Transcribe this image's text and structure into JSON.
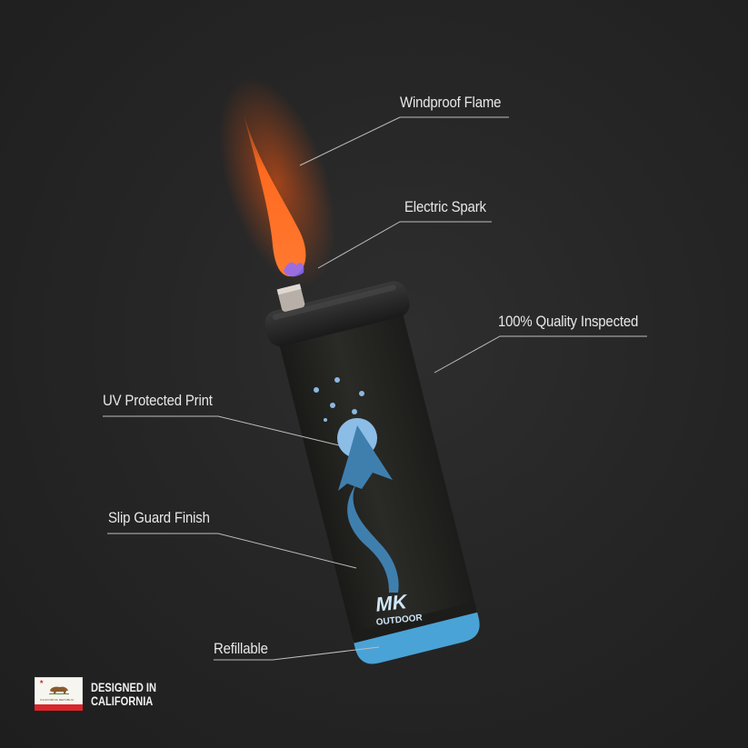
{
  "image": {
    "subject": "electric lighter product feature infographic",
    "background_color": "#262626",
    "line_color": "#bdbdbd",
    "print_color": "#4f8fc0",
    "flame_color": "#ff6a1f"
  },
  "product": {
    "brand": "MK",
    "brand_sub": "OUTDOOR"
  },
  "callouts": [
    {
      "id": "windproof",
      "label": "Windproof Flame"
    },
    {
      "id": "spark",
      "label": "Electric Spark"
    },
    {
      "id": "quality",
      "label": "100% Quality Inspected"
    },
    {
      "id": "uv",
      "label": "UV Protected Print"
    },
    {
      "id": "slip",
      "label": "Slip Guard Finish"
    },
    {
      "id": "refill",
      "label": "Refillable"
    }
  ],
  "badge": {
    "line1": "DESIGNED IN",
    "line2": "CALIFORNIA",
    "flag_text": "CALIFORNIA REPUBLIC"
  }
}
